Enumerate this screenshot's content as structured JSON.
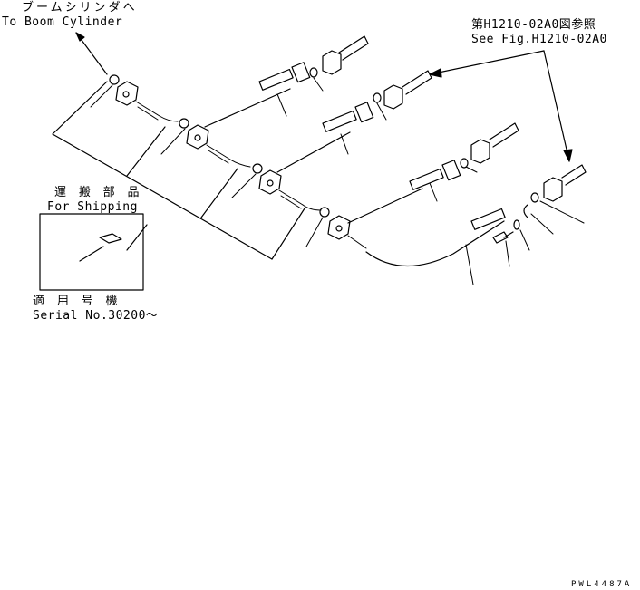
{
  "labels": {
    "boom_jp": "ブームシリンダへ",
    "boom_en": "To Boom Cylinder",
    "ref_jp": "第H1210-02A0図参照",
    "ref_en": "See Fig.H1210-02A0",
    "ship_jp": "運 搬 部 品",
    "ship_en": "For Shipping",
    "serial_jp": "適 用 号 機",
    "serial_en": "Serial No.30200～"
  },
  "drawing_code": "PWL4487A"
}
